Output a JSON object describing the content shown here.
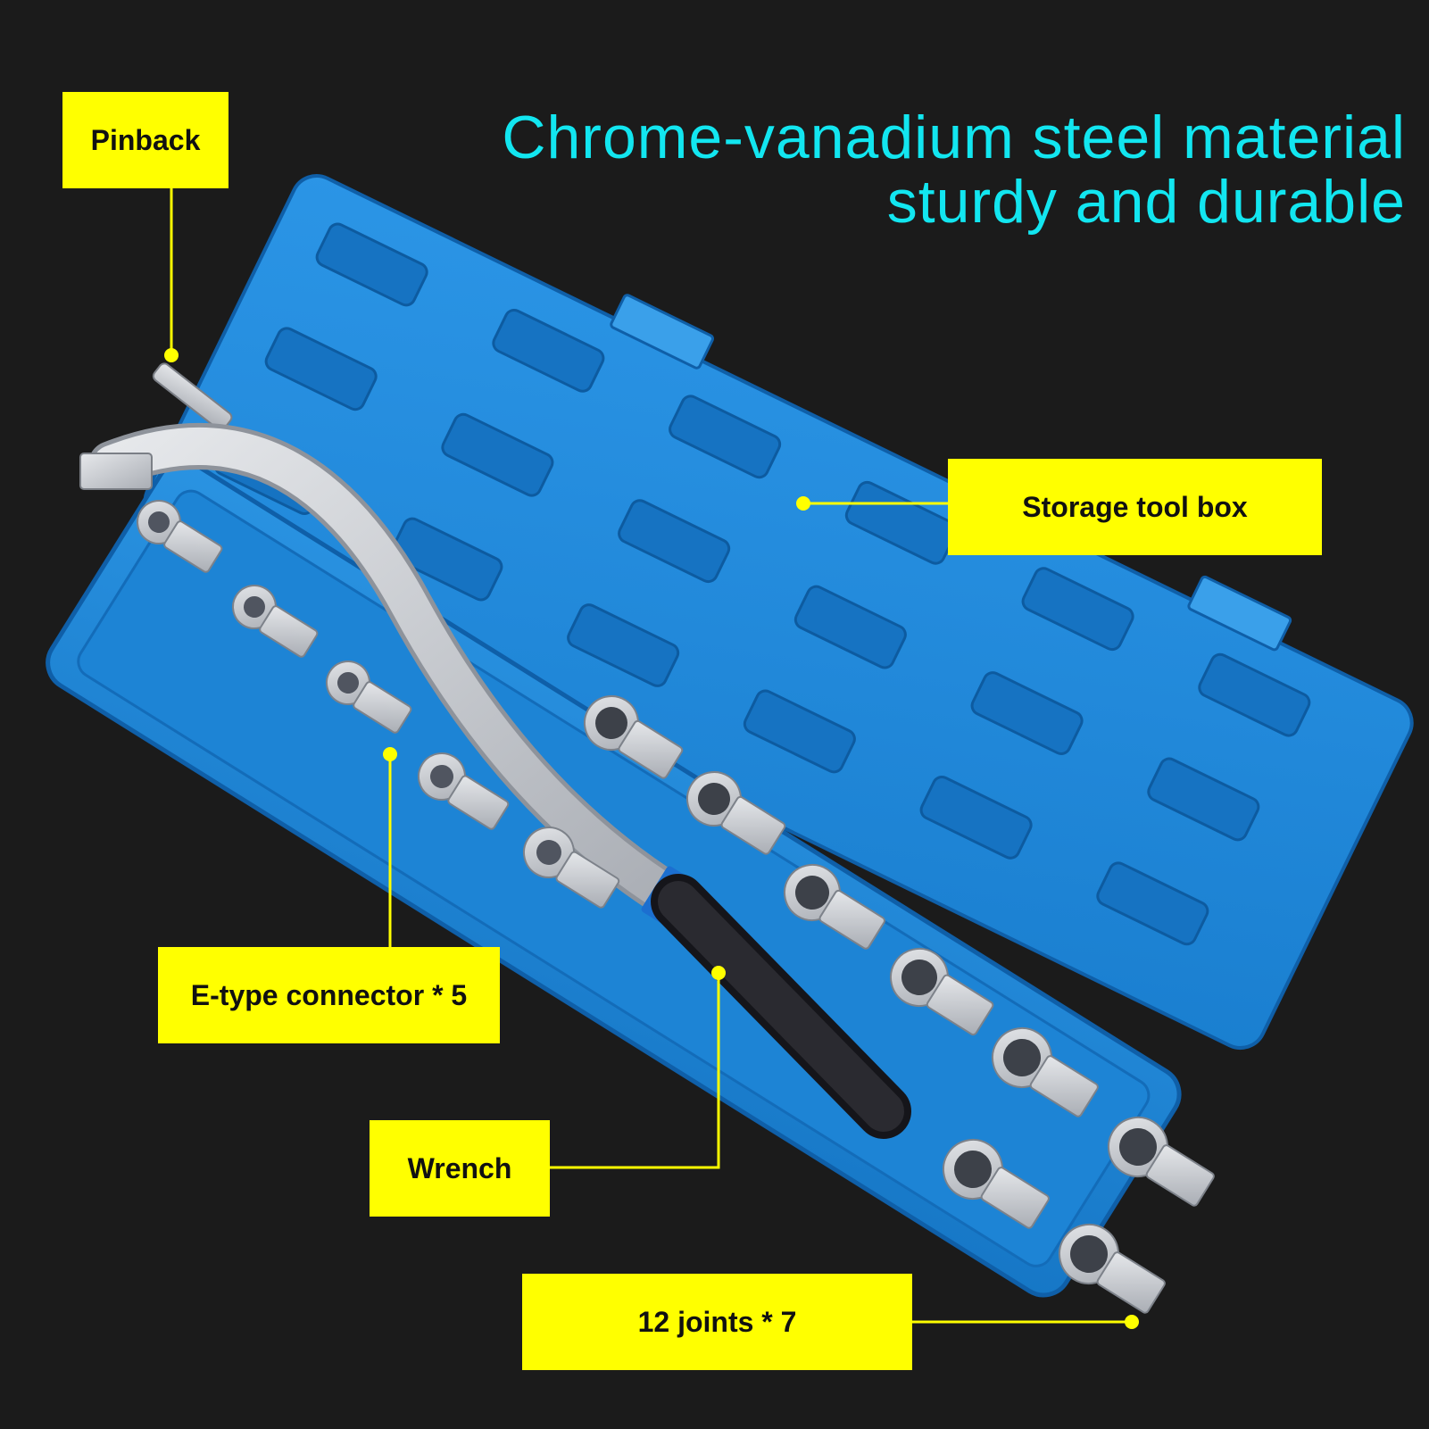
{
  "headline": {
    "line1": "Chrome-vanadium steel material",
    "line2": "sturdy and durable"
  },
  "callouts": {
    "pinback": "Pinback",
    "storage_tool_box": "Storage tool box",
    "e_type_connector": "E-type connector * 5",
    "wrench": "Wrench",
    "joints": "12 joints * 7"
  },
  "colors": {
    "background": "#1b1b1b",
    "headline": "#12e6f0",
    "callout_fill": "#ffff00",
    "case_blue": "#1c86d8",
    "steel": "#c9ccd1",
    "grip": "#1e1e22"
  }
}
